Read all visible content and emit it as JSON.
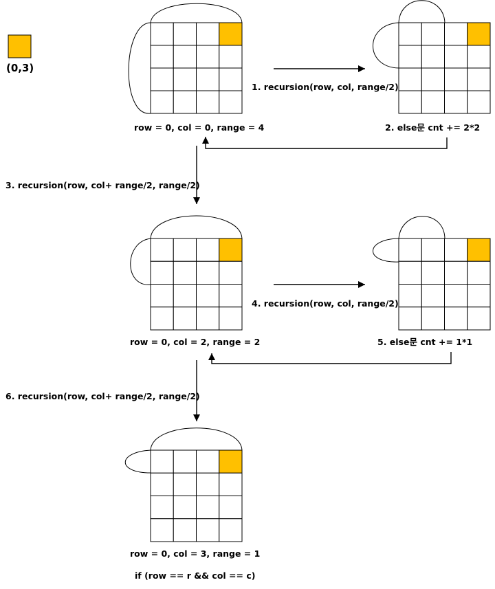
{
  "legend": {
    "label": "(0,3)",
    "color": "#FFC000"
  },
  "grid": {
    "rows": 4,
    "cols": 4,
    "highlight": {
      "row": 0,
      "col": 3
    }
  },
  "states": {
    "s1": "row = 0, col = 0, range = 4",
    "s2": "row = 0, col = 2, range = 2",
    "s3": "row = 0, col = 3, range = 1",
    "s3_cond": "if (row == r && col == c)"
  },
  "steps": {
    "step1": "1. recursion(row, col, range/2)",
    "step2": "2. else문 cnt += 2*2",
    "step3": "3. recursion(row, col+ range/2, range/2)",
    "step4": "4. recursion(row, col, range/2)",
    "step5": "5. else문 cnt += 1*1",
    "step6": "6. recursion(row, col+ range/2, range/2)"
  }
}
